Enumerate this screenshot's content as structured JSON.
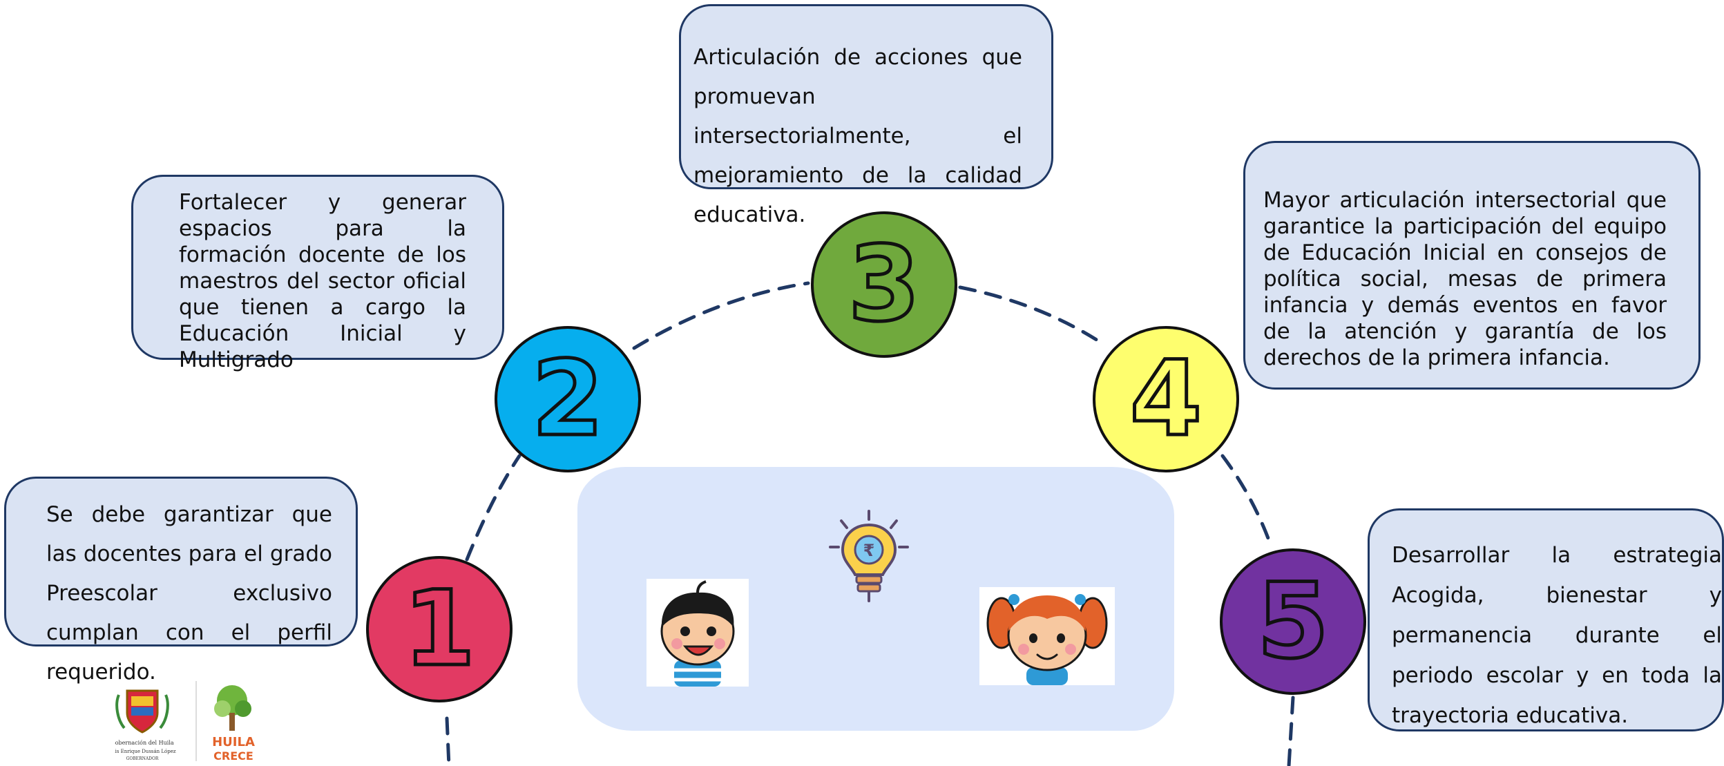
{
  "colors": {
    "box_fill": "#dae3f3",
    "box_border": "#1f3864",
    "dash_line": "#1f3864",
    "step_1": "#e23a63",
    "step_2": "#06aeee",
    "step_3": "#70a93d",
    "step_4": "#fefe6e",
    "step_5": "#7132a0",
    "center_panel": "#dbe6fb"
  },
  "steps": [
    {
      "number": "1",
      "color": "#e23a63",
      "text": "Se debe garantizar que las docentes para el grado Preescolar exclusivo cumplan con el perfil requerido."
    },
    {
      "number": "2",
      "color": "#06aeee",
      "text": "Fortalecer y generar espacios para la formación docente de los maestros del sector oficial que tienen a cargo la Educación Inicial y Multigrado"
    },
    {
      "number": "3",
      "color": "#70a93d",
      "text": "Articulación de acciones que promuevan intersectorialmente, el mejoramiento de la calidad educativa."
    },
    {
      "number": "4",
      "color": "#fefe6e",
      "text": "Mayor articulación intersectorial que garantice la participación del equipo de Educación Inicial en consejos de política social, mesas de primera infancia y demás eventos en favor de la atención y garantía de los derechos de la primera infancia."
    },
    {
      "number": "5",
      "color": "#7132a0",
      "text": "Desarrollar la estrategia Acogida, bienestar y permanencia durante el periodo escolar y en toda la trayectoria educativa."
    }
  ],
  "center": {
    "bulb_symbol": "₹",
    "icons": [
      "idea-bulb-icon",
      "boy-illustration",
      "girl-illustration"
    ]
  },
  "logos": {
    "left_lines": [
      "Gobernación del Huila",
      "Luis Enrique Dussán López",
      "GOBERNADOR"
    ],
    "right_lines": [
      "HUILA",
      "CRECE"
    ]
  }
}
